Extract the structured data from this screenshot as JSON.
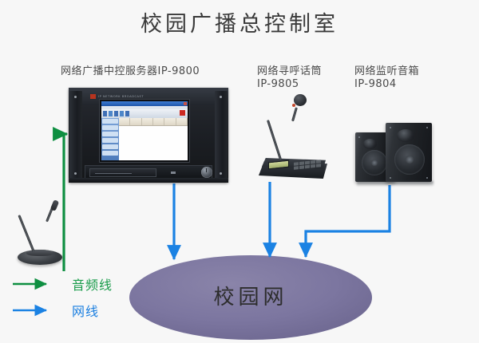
{
  "diagram": {
    "title": "校园广播总控制室",
    "background_color": "#f7f7f7",
    "devices": [
      {
        "id": "server",
        "name": "网络广播中控服务器IP-9800",
        "label_line1": "网络广播中控服务器IP-9800",
        "type": "rack-server"
      },
      {
        "id": "pager",
        "label_line1": "网络寻呼话筒",
        "label_line2": "IP-9805",
        "type": "paging-microphone"
      },
      {
        "id": "speakers",
        "label_line1": "网络监听音箱",
        "label_line2": "IP-9804",
        "type": "monitor-speakers"
      },
      {
        "id": "desk-mic",
        "label_line1": "",
        "type": "desktop-gooseneck-microphone"
      }
    ],
    "network_cloud": {
      "label": "校园网",
      "shape": "ellipse",
      "fill_color": "#7a749b"
    },
    "legend": {
      "audio": {
        "label": "音频线",
        "color": "#1a9c4b"
      },
      "network": {
        "label": "网线",
        "color": "#1b7fe0"
      }
    },
    "server_screen": {
      "app_window": "broadcast control software",
      "titlebar_color": "#2f63b4",
      "sidebar_color": "#5e8bc8"
    }
  }
}
